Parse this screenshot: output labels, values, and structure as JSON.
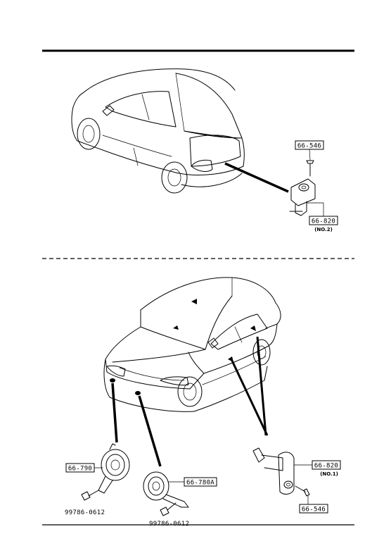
{
  "sections": {
    "rear": {
      "callouts": [
        {
          "part": "66-546",
          "note": ""
        },
        {
          "part": "66-820",
          "note": "(NO.2)"
        }
      ]
    },
    "front": {
      "callouts": [
        {
          "part": "66-790",
          "note": ""
        },
        {
          "part": "66-780A",
          "note": ""
        },
        {
          "part": "66-820",
          "note": "(NO.1)"
        },
        {
          "part": "66-546",
          "note": ""
        }
      ],
      "bolt_labels": [
        "99786-0612",
        "99786-0612"
      ]
    }
  }
}
